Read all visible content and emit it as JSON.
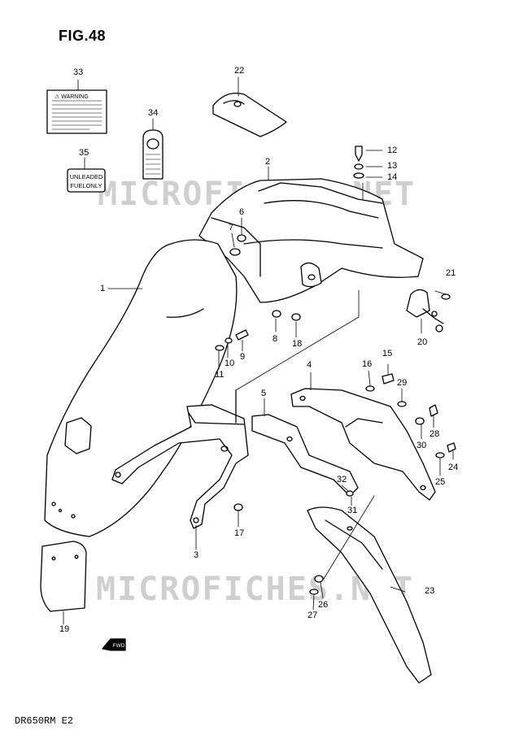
{
  "figure_title": "FIG.48",
  "model_code": "DR650RM E2",
  "watermark": "MICROFICHES.NET",
  "labels": {
    "warning_label": "⚠ WARNING",
    "fuel_label_line1": "UNLEADED",
    "fuel_label_line2": "FUELONLY",
    "fwd_arrow": "FWD"
  },
  "part_numbers": [
    "1",
    "2",
    "3",
    "4",
    "5",
    "6",
    "7",
    "8",
    "9",
    "10",
    "11",
    "12",
    "13",
    "14",
    "15",
    "16",
    "17",
    "18",
    "19",
    "20",
    "21",
    "22",
    "23",
    "24",
    "25",
    "26",
    "27",
    "28",
    "29",
    "30",
    "31",
    "32",
    "33",
    "34",
    "35"
  ]
}
